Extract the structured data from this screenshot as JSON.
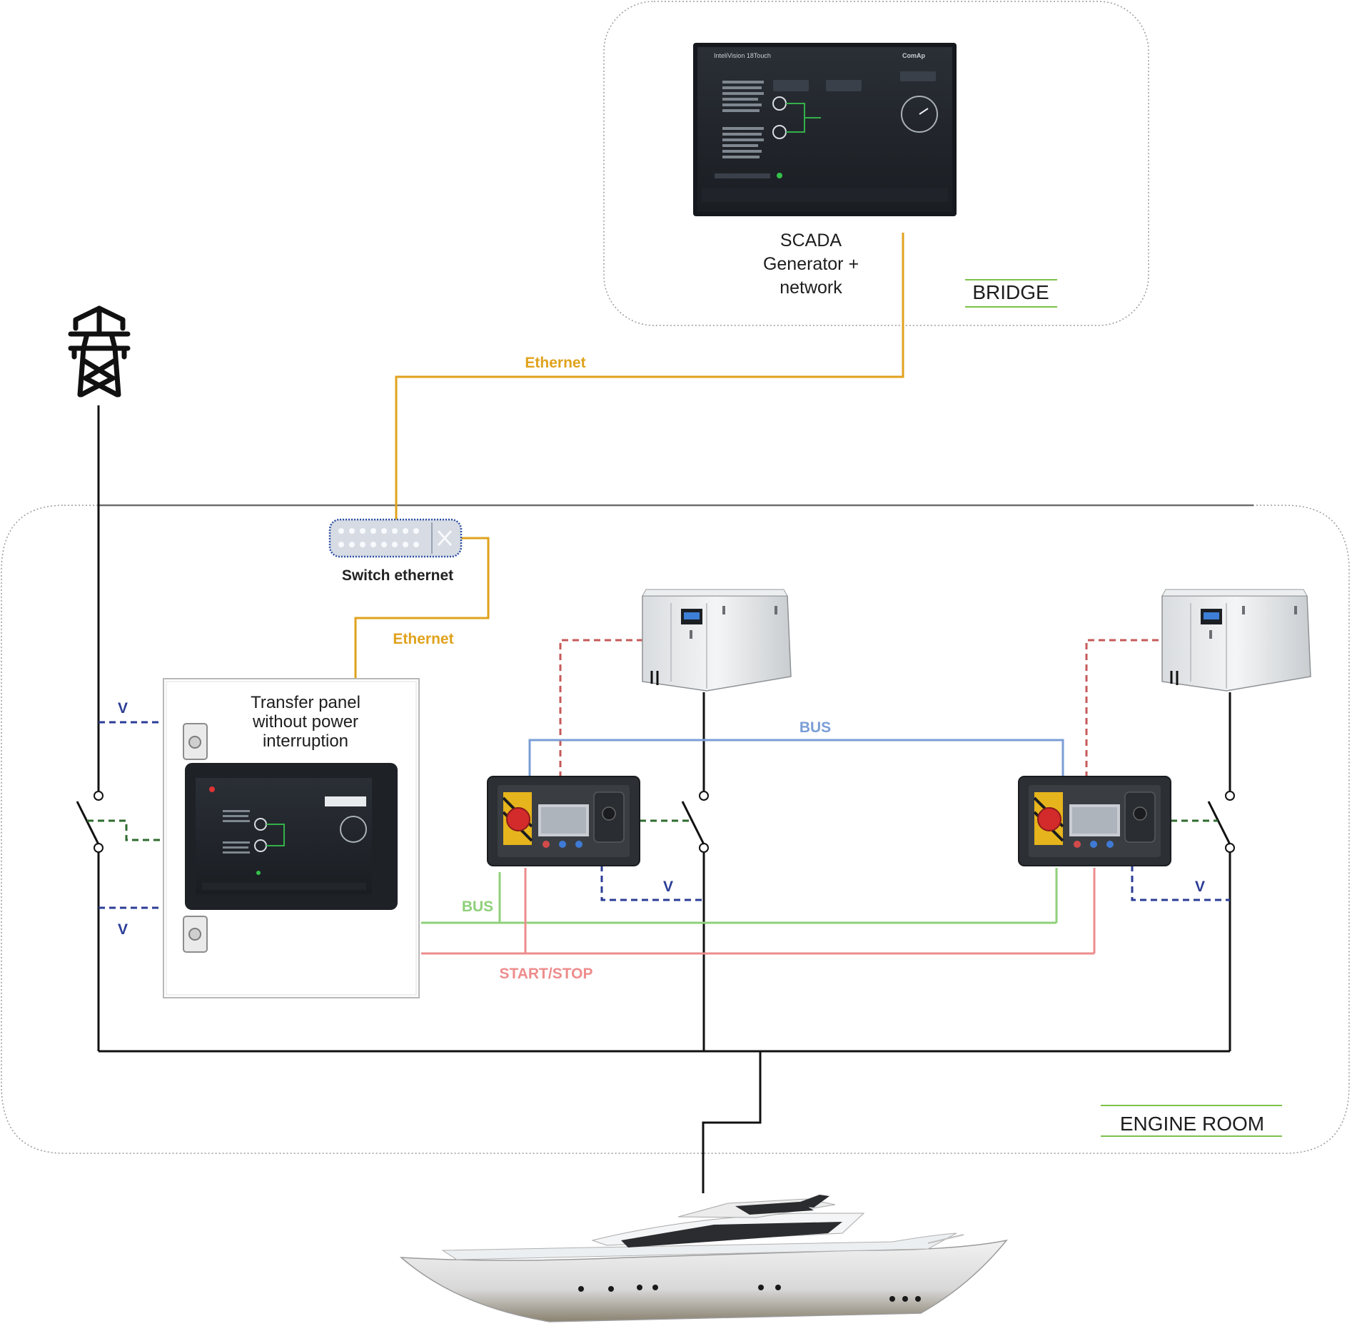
{
  "colors": {
    "ethernet": "#e0a21c",
    "bus_blue": "#7a9ed6",
    "bus_green": "#8fd07a",
    "start_stop": "#ee8c8c",
    "red_dashed": "#c65a5a",
    "voltage": "#2b3d96",
    "green_dashed": "#2f6b2f",
    "power": "#111111",
    "zone_border": "#9a9a9a",
    "zone_underline": "#7cc24a"
  },
  "zones": {
    "bridge_label": "BRIDGE",
    "engine_room_label": "ENGINE ROOM"
  },
  "scada": {
    "label_line1": "SCADA",
    "label_line2": "Generator +",
    "label_line3": "network",
    "screen_brand": "InteliVision 18Touch",
    "screen_vendor": "ComAp"
  },
  "switch": {
    "label": "Switch ethernet"
  },
  "transfer_panel": {
    "label_line1": "Transfer panel",
    "label_line2": "without power",
    "label_line3": "interruption"
  },
  "links": {
    "ethernet_top": "Ethernet",
    "ethernet_bottom": "Ethernet",
    "bus_top": "BUS",
    "bus_bottom": "BUS",
    "start_stop": "START/STOP",
    "voltage_1": "V",
    "voltage_2": "V",
    "voltage_3": "V",
    "voltage_4": "V"
  },
  "icons": [
    "transmission-tower-icon",
    "ethernet-switch-icon",
    "generator-icon",
    "controller-icon",
    "yacht-icon"
  ]
}
